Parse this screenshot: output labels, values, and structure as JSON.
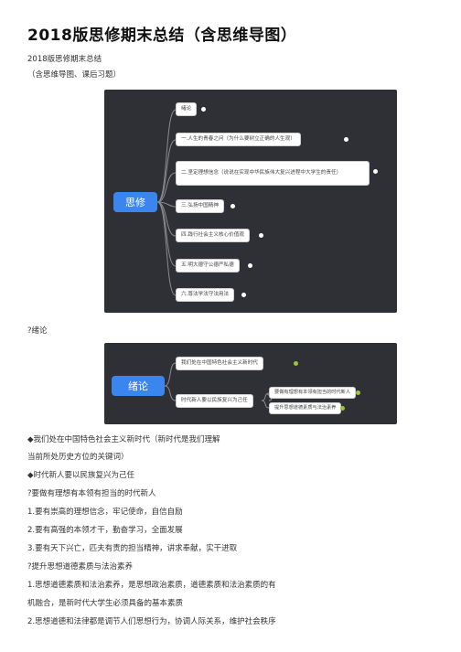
{
  "doc": {
    "title": "2018版思修期末总结（含思维导图）",
    "subtitle": "2018版思修期末总结",
    "subtitle2": "（含思维导图、课后习题）"
  },
  "mindmap1": {
    "root": "思修",
    "nodes": [
      "绪论",
      "一.人生的青春之问（为什么要树立正确的人生观）",
      "二.坚定理想信念（说说在实现中华民族伟大复兴进程中大学生的责任）",
      "三.弘扬中国精神",
      "四.践行社会主义核心价值观",
      "五.明大德守公德严私德",
      "六.尊法学法守法用法"
    ]
  },
  "section_head": "?绪论",
  "mindmap2": {
    "root": "绪论",
    "branch1": "我们处在中国特色社会主义新时代",
    "branch2": "时代新人要以民族复兴为己任",
    "leaf1": "要做有理想有本领有担当的时代新人",
    "leaf2": "提升思想道德素质与法治素养"
  },
  "body": [
    "◆我们处在中国特色社会主义新时代（新时代是我们理解",
    "当前所处历史方位的关键词）",
    "◆时代新人要以民族复兴为己任",
    "?要做有理想有本领有担当的时代新人",
    "1.要有崇高的理想信念，牢记使命，自信自励",
    "2.要有高强的本领才干，勤奋学习，全面发展",
    "3.要有天下兴亡，匹夫有责的担当精神，讲求奉献，实干进取",
    "?提升思想道德素质与法治素养",
    "1.思想道德素质和法治素养，是思想政治素质，道德素质和法治素质的有",
    "机融合，是新时代大学生必须具备的基本素质",
    "2.思想道德和法律都是调节人们思想行为，协调人际关系，维护社会秩序"
  ]
}
